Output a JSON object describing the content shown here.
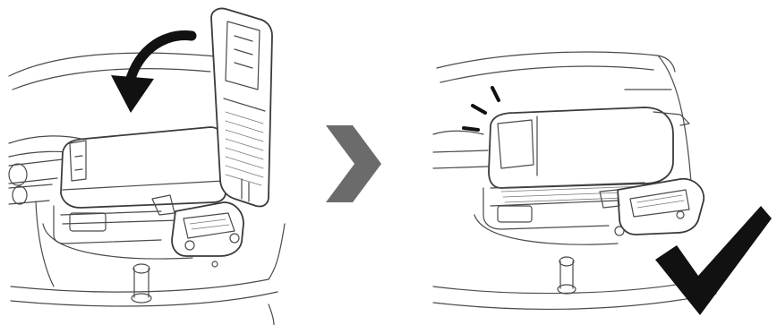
{
  "figure": {
    "panels": [
      {
        "id": "before",
        "action": "flip-cover-down"
      },
      {
        "id": "after",
        "action": "cover-locked"
      }
    ],
    "colors": {
      "line": "#4a4a4a",
      "arrow": "#111111",
      "chevron": "#6b6b6b",
      "checkmark": "#111111"
    },
    "icons": [
      "curved-arrow-icon",
      "chevron-right-icon",
      "click-sound-icon",
      "checkmark-icon"
    ]
  }
}
